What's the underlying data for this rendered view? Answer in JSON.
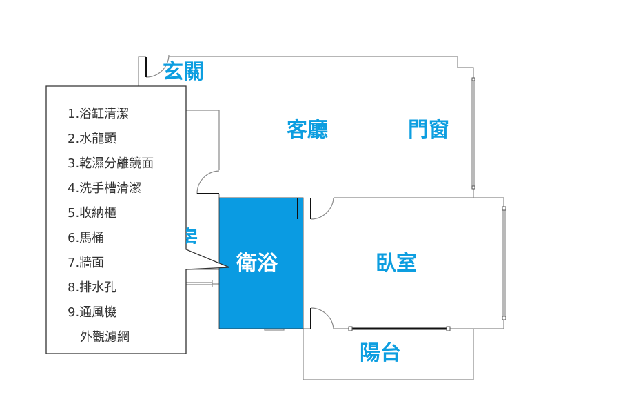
{
  "rooms": {
    "entry": "玄關",
    "living": "客廳",
    "window_door": "門窗",
    "kitchen_partial": "房",
    "bathroom": "衛浴",
    "bedroom": "臥室",
    "balcony": "陽台"
  },
  "checklist": [
    "1.浴缸清潔",
    "2.水龍頭",
    "3.乾濕分離鏡面",
    "4.洗手槽清潔",
    "5.收納櫃",
    "6.馬桶",
    "7.牆面",
    "8.排水孔",
    "9.通風機",
    "　外觀濾網"
  ],
  "colors": {
    "highlight": "#0a9be2",
    "label": "#0d9ee0",
    "wall": "#888888"
  }
}
